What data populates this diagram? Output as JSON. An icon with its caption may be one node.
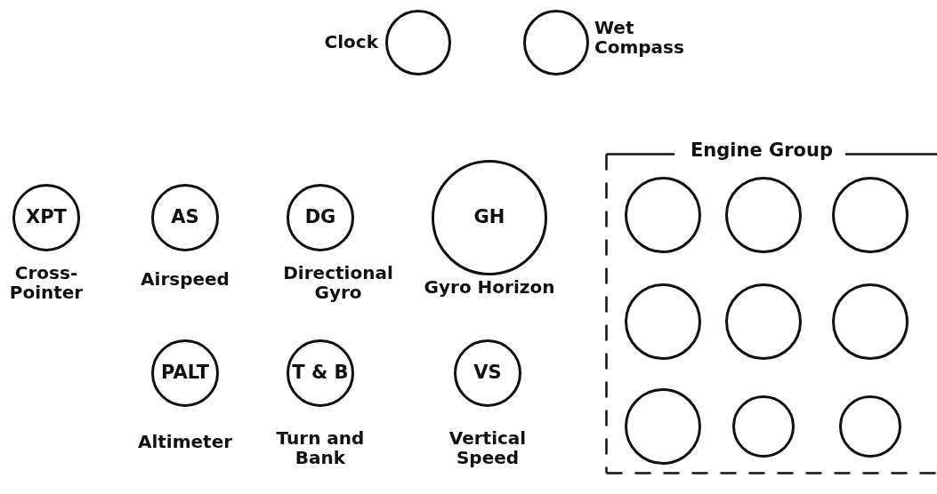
{
  "diagram": {
    "nodes": [
      {
        "text": [],
        "shape": "circle",
        "beside": [
          "Clock"
        ]
      },
      {
        "text": [],
        "shape": "circle",
        "beside": [
          "Wet Compass"
        ]
      },
      {
        "text": [
          "XPT"
        ],
        "beside": [
          "Cross-Pointer"
        ]
      },
      {
        "text": [
          "AS"
        ],
        "beside": [
          "Airspeed"
        ]
      },
      {
        "text": [
          "DG"
        ],
        "beside": [
          "Directional Gyro"
        ]
      },
      {
        "text": [
          "GH"
        ],
        "beside": [
          "Gyro Horizon"
        ]
      },
      {
        "text": [
          "Engine Group"
        ]
      },
      {
        "text": [],
        "shape": "circle",
        "in": 6
      },
      {
        "text": [],
        "shape": "circle",
        "in": 6
      },
      {
        "text": [],
        "shape": "circle",
        "in": 6
      },
      {
        "text": [],
        "shape": "circle",
        "in": 6
      },
      {
        "text": [],
        "shape": "circle",
        "in": 6
      },
      {
        "text": [],
        "shape": "circle",
        "in": 6
      },
      {
        "text": [],
        "shape": "circle",
        "in": 6
      },
      {
        "text": [],
        "shape": "circle",
        "in": 6
      },
      {
        "text": [],
        "shape": "circle",
        "in": 6
      },
      {
        "text": [
          "PALT"
        ],
        "beside": [
          "Altimeter"
        ]
      },
      {
        "text": [
          "T & B"
        ],
        "beside": [
          "Turn and Bank"
        ]
      },
      {
        "text": [
          "VS"
        ],
        "beside": [
          "Vertical Speed"
        ]
      }
    ]
  }
}
